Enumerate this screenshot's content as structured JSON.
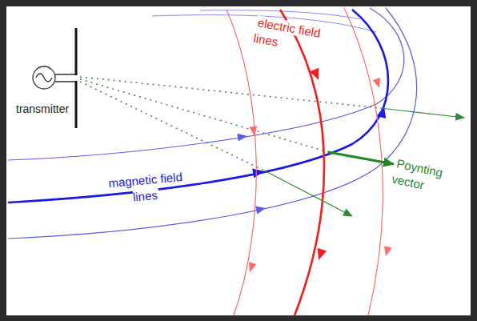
{
  "diagram": {
    "labels": [
      "transmitter",
      "electric field lines",
      "magnetic field lines",
      "Poynting vector"
    ]
  }
}
